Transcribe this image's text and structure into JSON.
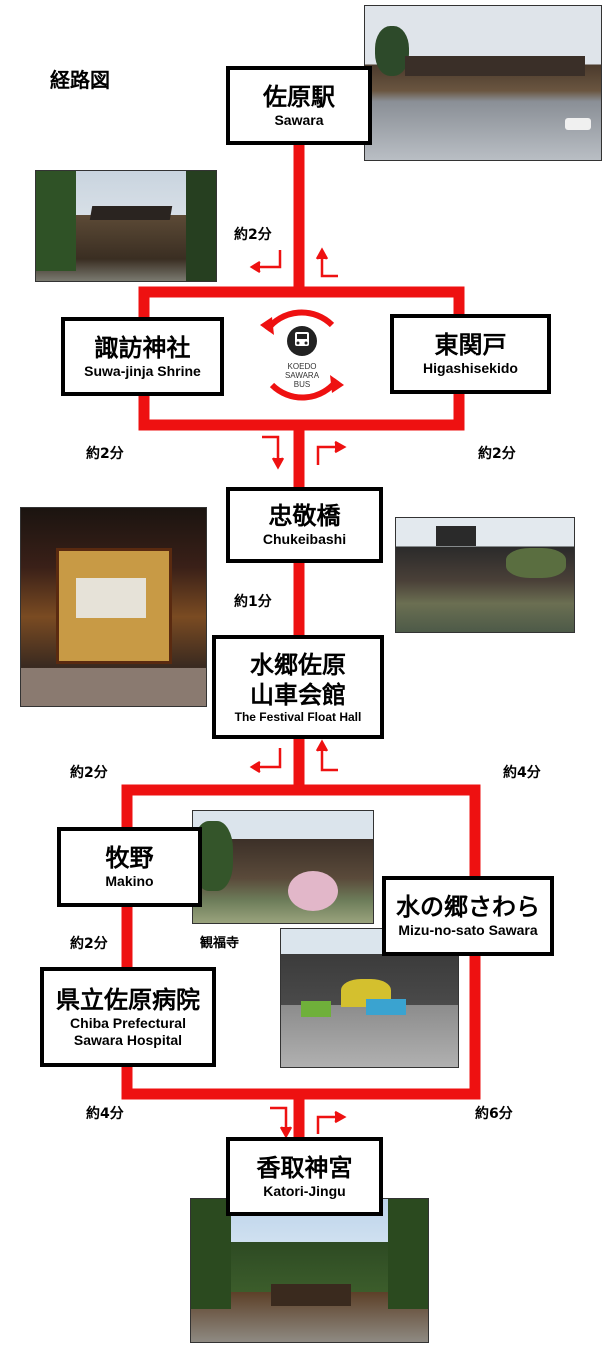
{
  "title": "経路図",
  "bus_logo": {
    "line1": "KOEDO",
    "line2": "SAWARA",
    "line3": "BUS"
  },
  "stops": {
    "sawara": {
      "jp": "佐原駅",
      "en": "Sawara"
    },
    "suwa": {
      "jp": "諏訪神社",
      "en": "Suwa-jinja Shrine"
    },
    "higashisekido": {
      "jp": "東関戸",
      "en": "Higashisekido"
    },
    "chukeibashi": {
      "jp": "忠敬橋",
      "en": "Chukeibashi"
    },
    "float_hall": {
      "jp1": "水郷佐原",
      "jp2": "山車会館",
      "en": "The Festival Float Hall"
    },
    "makino": {
      "jp": "牧野",
      "en": "Makino"
    },
    "mizunosato": {
      "jp": "水の郷さわら",
      "en": "Mizu-no-sato Sawara"
    },
    "hospital": {
      "jp": "県立佐原病院",
      "en1": "Chiba Prefectural",
      "en2": "Sawara Hospital"
    },
    "katori": {
      "jp": "香取神宮",
      "en": "Katori-Jingu"
    }
  },
  "times": {
    "t1": "約2分",
    "t2": "約2分",
    "t3": "約2分",
    "t4": "約1分",
    "t5": "約2分",
    "t6": "約4分",
    "t7": "約2分",
    "t8": "約4分",
    "t9": "約6分"
  },
  "captions": {
    "kanpukuji": "観福寺"
  },
  "colors": {
    "route": "#ee1111",
    "border": "#000000"
  }
}
